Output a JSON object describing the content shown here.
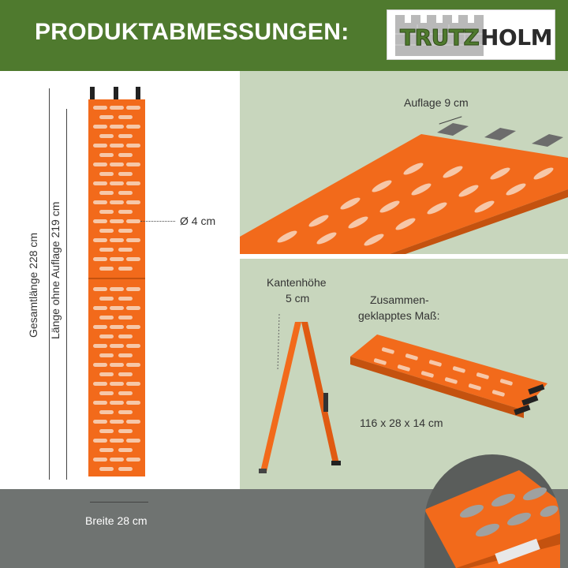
{
  "header": {
    "title": "PRODUKTABMESSUNGEN:",
    "logo_part1": "TRUTZ",
    "logo_part2": "HOLM"
  },
  "dimensions": {
    "total_length": "Gesamtlänge 228 cm",
    "length_without_support": "Länge ohne Auflage 219 cm",
    "diameter": "Ø 4 cm",
    "width": "Breite 28 cm",
    "support": "Auflage 9  cm",
    "edge_height_line1": "Kantenhöhe",
    "edge_height_line2": "5 cm",
    "folded_line1": "Zusammen-",
    "folded_line2": "geklapptes Maß:",
    "folded_size": "116 x 28 x 14 cm"
  },
  "colors": {
    "header_green": "#4f7a2e",
    "panel_sage": "#c8d6bd",
    "footer_gray": "#6f7371",
    "ramp_orange": "#f26a1b"
  },
  "images": {
    "ramp_front": "orange-ramp-icon",
    "ramp_detail": "ramp-support-detail",
    "ramp_side": "ramp-edge-side-view",
    "ramp_folded": "ramp-folded-view",
    "ramp_closeup": "ramp-closeup-logo"
  }
}
